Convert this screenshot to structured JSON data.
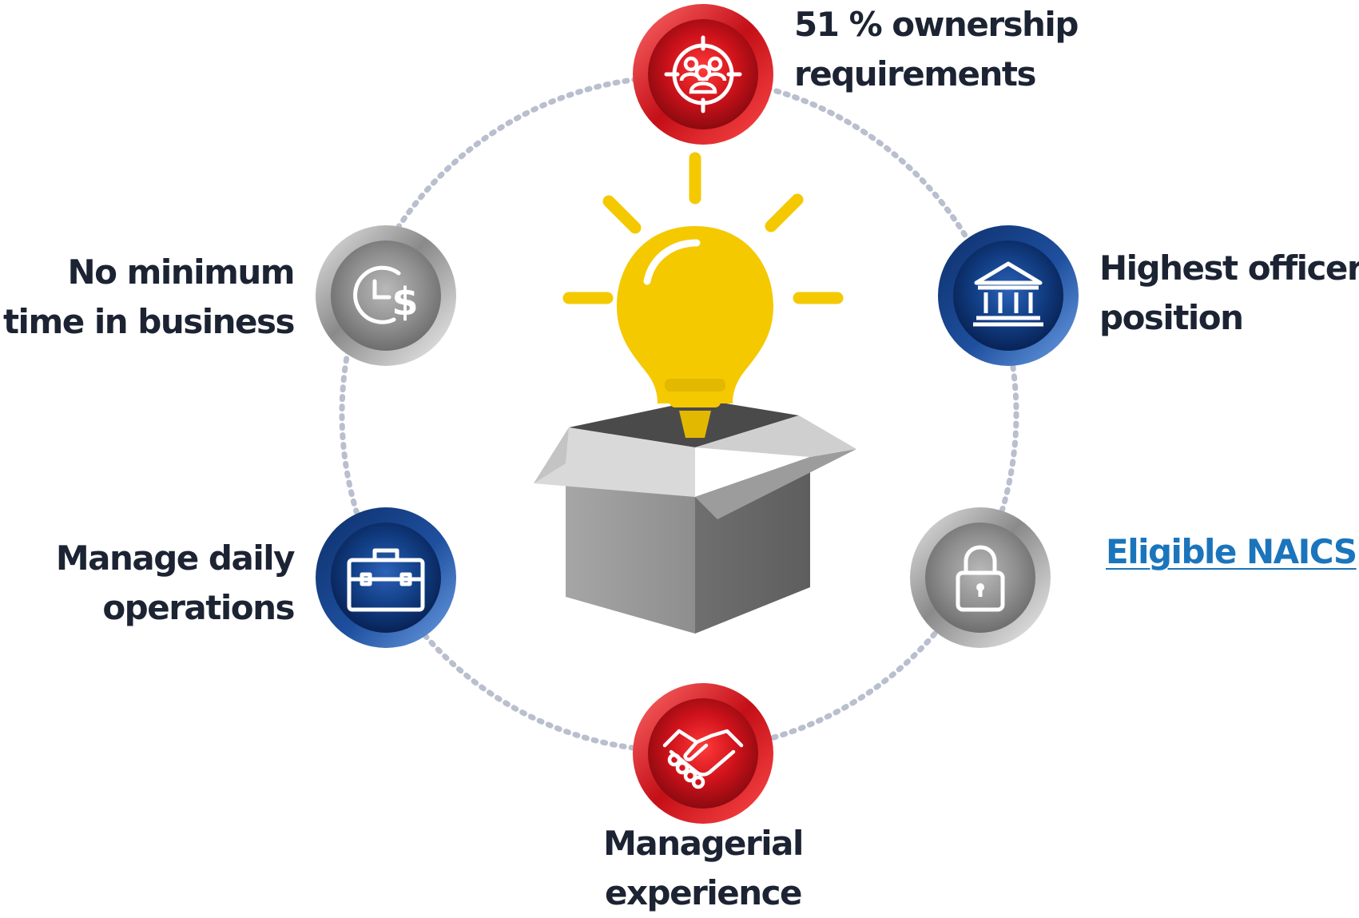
{
  "colors": {
    "red": "#d0121b",
    "blue": "#123f86",
    "gray": "#9a9a9a",
    "bulb_yellow": "#f4c900",
    "text": "#1c2333",
    "link": "#1b75bc",
    "ring_dots": "#b9bfce"
  },
  "center_graphic": {
    "icon": "lightbulb-in-box-icon"
  },
  "nodes": [
    {
      "id": "ownership",
      "color": "red",
      "icon": "group-target-icon",
      "label_lines": [
        "51 % ownership",
        "requirements"
      ],
      "is_link": false
    },
    {
      "id": "officer",
      "color": "blue",
      "icon": "bank-building-icon",
      "label_lines": [
        "Highest officer",
        "position"
      ],
      "is_link": false
    },
    {
      "id": "naics",
      "color": "gray",
      "icon": "padlock-icon",
      "label_lines": [
        "Eligible NAICS"
      ],
      "is_link": true
    },
    {
      "id": "experience",
      "color": "red",
      "icon": "handshake-icon",
      "label_lines": [
        "Managerial",
        "experience"
      ],
      "is_link": false
    },
    {
      "id": "operations",
      "color": "blue",
      "icon": "briefcase-icon",
      "label_lines": [
        "Manage daily",
        "operations"
      ],
      "is_link": false
    },
    {
      "id": "time",
      "color": "gray",
      "icon": "clock-dollar-icon",
      "label_lines": [
        "No minimum",
        "time in business"
      ],
      "is_link": false
    }
  ]
}
